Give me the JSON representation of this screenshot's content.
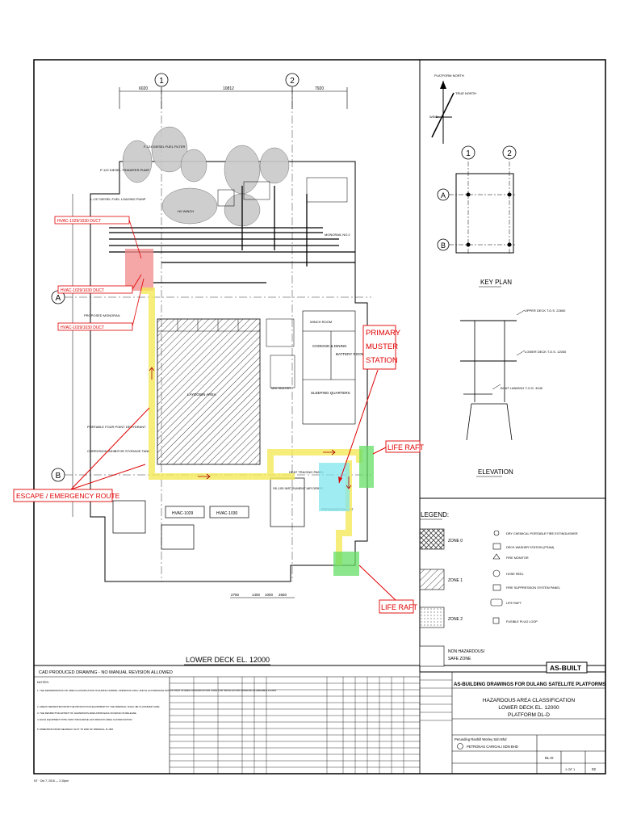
{
  "annotations": {
    "primary_muster_line1": "PRIMARY",
    "primary_muster_line2": "MUSTER",
    "primary_muster_line3": "STATION",
    "life_raft_1": "LIFE RAFT",
    "life_raft_2": "LIFE RAFT",
    "escape_route": "ESCAPE / EMERGENCY ROUTE"
  },
  "grid": {
    "col1": "1",
    "col2": "2",
    "rowA": "A",
    "rowB": "B"
  },
  "dimensions": {
    "d1": "6020",
    "d2": "10812",
    "d3": "7920",
    "d4": "2750",
    "d5": "1400",
    "d6": "1000",
    "d7": "2650"
  },
  "plan": {
    "title": "LOWER DECK EL. 12000",
    "labels": {
      "diesel_fuel_filter": "F-124 DIESEL FUEL FILTER",
      "diesel_transfer_pump": "P-122 DIESEL TRANSFER PUMP",
      "diesel_fuel_loading": "L-137 DIESEL FUEL LOADING PUMP",
      "proposed_monorail": "PROPOSED MONORAIL",
      "portable_four_point": "PORTABLE FOUR POINT DEHYDRANT",
      "corrosion_inhibitor": "CORROSION INHIBITOR STORAGE TANK",
      "cooking_dining": "COOKING & DINING",
      "battery_room": "BATTERY ROOM",
      "sleeping_quarters": "SLEEPING QUARTERS",
      "mw_heater": "MW HEATER",
      "heat_tracing": "HEAT TRACING PANEL",
      "chlorination": "PRESSURIZATION UNIT",
      "hv_winch": "HV WINCH",
      "winch_room": "WINCH ROOM",
      "monorail_no2": "MONORAIL NO.2",
      "laydown_area": "LAYDOWN AREA",
      "hvac_1029": "HVAC-1029",
      "hvac_1030": "HVAC-1030",
      "sk_instrument_air": "SK-105 INSTRUMENT AIR DRIER"
    }
  },
  "tags": {
    "t1": "HVAC-1029/1030 DUCT",
    "t2": "HVAC-1029/1030 DUCT",
    "t3": "HVAC-1029/1030 DUCT"
  },
  "key_plan": {
    "title": "KEY PLAN",
    "platform_north": "PLATFORM NORTH",
    "true_north": "TRUE NORTH",
    "wind": "WIND"
  },
  "elevation": {
    "title": "ELEVATION",
    "upper_deck": "UPPER DECK T.O.S. 22600",
    "lower_deck": "LOWER DECK T.O.S. 12000",
    "boat_landing": "BOAT LANDING T.O.G. 3240"
  },
  "legend": {
    "title": "LEGEND:",
    "zone0": "ZONE 0",
    "zone1": "ZONE 1",
    "zone2": "ZONE 2",
    "safe_line1": "NON HAZARDOUS/",
    "safe_line2": "SAFE ZONE",
    "symbols": [
      "DRY CHEMICAL PORTABLE FIRE EXTINGUISHER",
      "DECK WASHER STATION (PSAM)",
      "FIRE MONITOR",
      "HOSE REEL",
      "FIRE SUPPRESSION SYSTEM PANEL",
      "LIFE RAFT",
      "FUSIBLE PLUG LOOP"
    ]
  },
  "stamp": "AS-BUILT",
  "notes": {
    "cad_notice": "CAD PRODUCED DRAWING - NO MANUAL REVISION ALLOWED",
    "header": "NOTES:",
    "items": [
      "1. THE DETERMINATION OF AREA CLASSIFICATION IS DURING NORMAL OPERATION ONLY AND IN ACCORDANCE WITH IP PART 15 AREA CLASSIFICATION CODE FOR INSTALLATION HANDLING FLAMMABLE FLUIDS.",
      "2. AREAS SEPARATED FROM THE PRODUCTION EQUIPMENT BY THE FIREWALL SHALL BE CLASSIFIED SAFE.",
      "3. THE RESPECTIVE EXTENT OF HAZARDOUS AREA FROM EACH SOURCE OF RELEASE.",
      "4. EACH EQUIPMENT WITH VENT DISCHARGE HAS SPECIFIC AREA CLASSIFICATION.",
      "5. DIMENSION FROM HELIDECK SLOT TO END OF FIREWALL IS 15M."
    ]
  },
  "title_block": {
    "project": "AS-BUILDING DRAWINGS FOR DULANG SATELLITE PLATFORMS",
    "line1": "HAZARDOUS AREA CLASSIFICATION",
    "line2": "LOWER DECK EL. 12000",
    "line3": "PLATFORM DL-D",
    "contractor": "Perunding Ranhill Worley Sdn Bhd",
    "owner": "PETRONAS CARIGALI SDN BHD",
    "sheet": "1 OF 1",
    "platform": "DL-D",
    "rev": "02"
  },
  "footer": "NT · Oct 7, 2016 — 2:15pm"
}
